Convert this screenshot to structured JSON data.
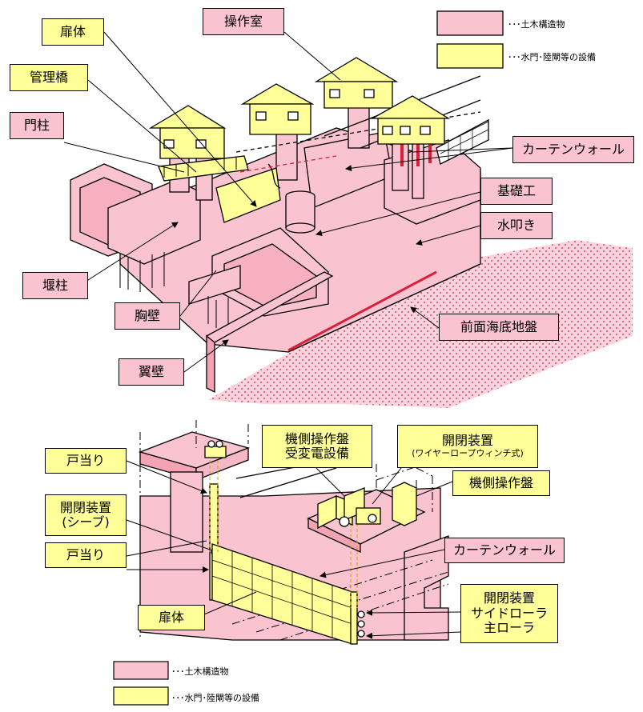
{
  "legend_top": {
    "civil": "･･･土木構造物",
    "equipment": "･･･水門･陸閘等の設備"
  },
  "top_labels": {
    "door_body": "扉体",
    "control_room": "操作室",
    "management_bridge": "管理橋",
    "gate_pillar": "門柱",
    "curtain_wall": "カーテンウォール",
    "foundation": "基礎工",
    "apron": "水叩き",
    "weir_pillar": "堰柱",
    "breast_wall": "胸壁",
    "front_seabed": "前面海底地盤",
    "wing_wall": "翼壁"
  },
  "bottom_labels": {
    "door_stop_top": "戸当り",
    "panel_power_line1": "機側操作盤",
    "panel_power_line2": "受変電設備",
    "hoist_line1": "開閉装置",
    "hoist_line2": "(ワイヤーロープウィンチ式)",
    "side_panel": "機側操作盤",
    "sheave_line1": "開閉装置",
    "sheave_line2": "(シーブ)",
    "door_stop_bottom": "戸当り",
    "curtain_wall": "カーテンウォール",
    "door_body": "扉体",
    "rollers_line1": "開閉装置",
    "rollers_line2": "サイドローラ",
    "rollers_line3": "主ローラ"
  },
  "legend_bottom": {
    "civil": "･･･土木構造物",
    "equipment": "･･･水門･陸閘等の設備"
  },
  "colors": {
    "civil_fill": "#f9c3cf",
    "equipment_fill": "#ffff99",
    "outline": "#000000",
    "seabed_dot": "#e0607a"
  }
}
